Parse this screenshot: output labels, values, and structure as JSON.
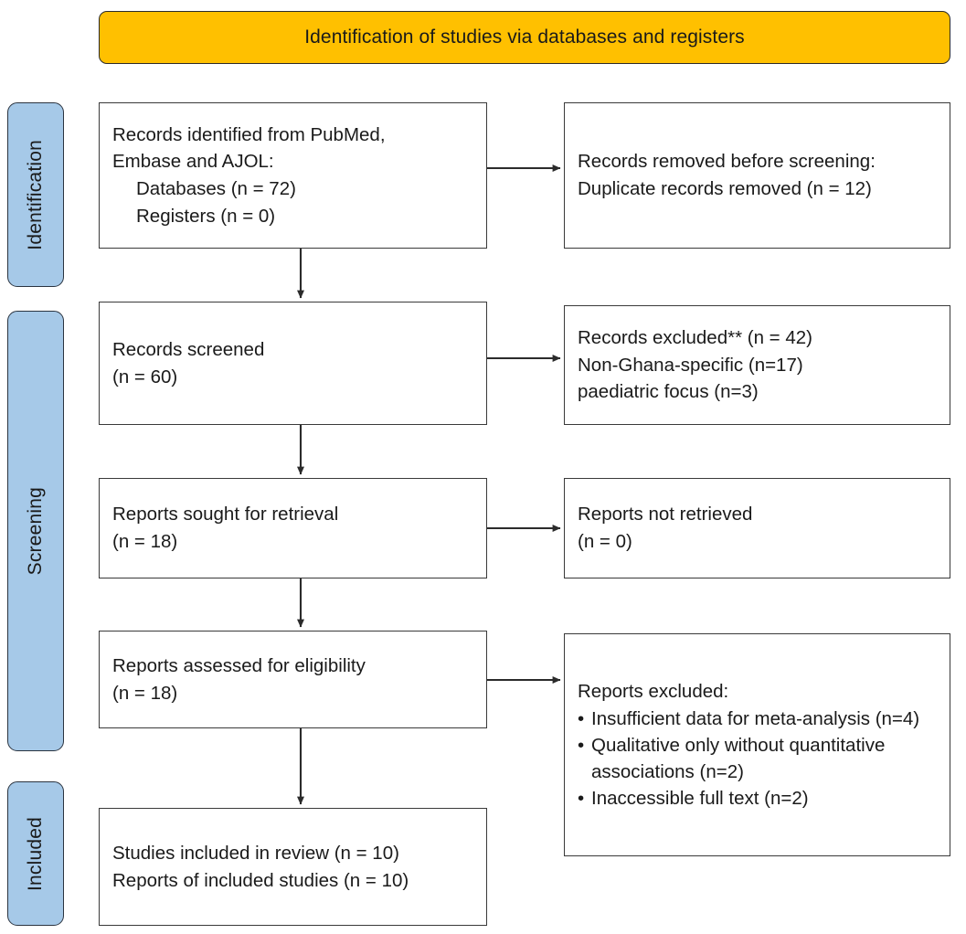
{
  "banner": {
    "title": "Identification of studies via databases and registers",
    "color": "#FFC000"
  },
  "stages": [
    {
      "label": "Identification"
    },
    {
      "label": "Screening"
    },
    {
      "label": "Included"
    }
  ],
  "stage_color": "#A6C9E8",
  "boxes": {
    "identified": {
      "lines": [
        "Records identified from PubMed,",
        "Embase and AJOL:",
        "Databases (n = 72)",
        "Registers (n = 0)"
      ]
    },
    "removed": {
      "lines": [
        "Records removed before screening:",
        "Duplicate records removed (n = 12)"
      ]
    },
    "screened": {
      "lines": [
        "Records screened",
        "(n = 60)"
      ]
    },
    "excluded_records": {
      "lines": [
        "Records excluded** (n = 42)",
        "Non-Ghana-specific (n=17)",
        "paediatric focus (n=3)"
      ]
    },
    "sought": {
      "lines": [
        "Reports sought for retrieval",
        "(n = 18)"
      ]
    },
    "not_retrieved": {
      "lines": [
        "Reports not retrieved",
        "(n = 0)"
      ]
    },
    "assessed": {
      "lines": [
        "Reports assessed for eligibility",
        "(n = 18)"
      ]
    },
    "excluded_reports": {
      "heading": "Reports excluded:",
      "bullets": [
        "Insufficient data for meta-analysis (n=4)",
        "Qualitative only without quantitative associations (n=2)",
        "Inaccessible full text (n=2)"
      ],
      "bullet_glyph": "•"
    },
    "included": {
      "lines": [
        "Studies included in review (n = 10)",
        "Reports of included studies (n = 10)"
      ]
    }
  }
}
